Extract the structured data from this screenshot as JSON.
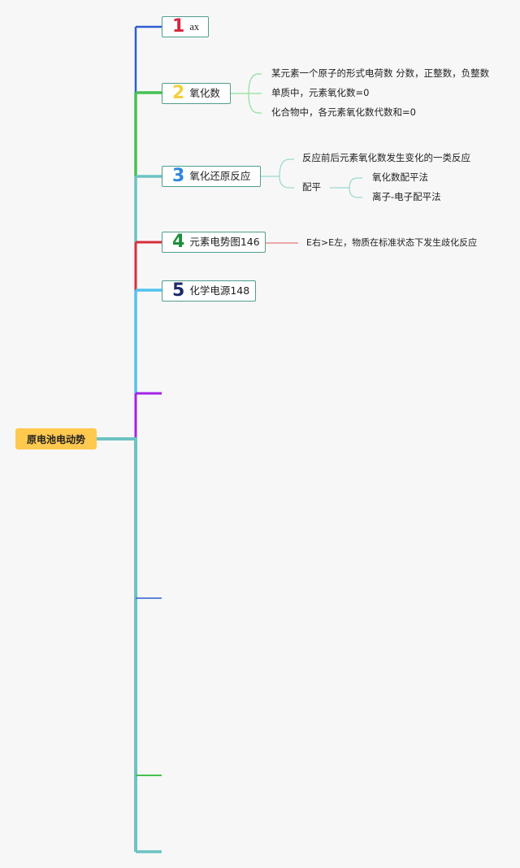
{
  "root": {
    "label": "原电池电动势"
  },
  "nodes": [
    {
      "num": "1",
      "label": "ax",
      "num_color": "#d7263d"
    },
    {
      "num": "2",
      "label": "氧化数",
      "num_color": "#f4d03f"
    },
    {
      "num": "3",
      "label": "氧化还原反应",
      "num_color": "#2e86de"
    },
    {
      "num": "4",
      "label": "元素电势图146",
      "num_color": "#1e8e3e"
    },
    {
      "num": "5",
      "label": "化学电源148",
      "num_color": "#1b2a6b"
    }
  ],
  "oxidation_number": {
    "items": [
      "某元素一个原子的形式电荷数 分数，正整数，负整数",
      "单质中，元素氧化数=0",
      "化合物中，各元素氧化数代数和=0"
    ]
  },
  "redox": {
    "definition": "反应前后元素氧化数发生变化的一类反应",
    "balancing": "配平",
    "methods": [
      "氧化数配平法",
      "离子-电子配平法"
    ]
  },
  "potential_diagram": {
    "note": "E右>E左，物质在标准状态下发生歧化反应"
  },
  "colors": {
    "root_bg": "#ffc94f",
    "node_border": "#4f9d8e",
    "trunk": "#6cc3c3",
    "branch_blue": "#2f5fd0",
    "branch_green": "#45c152",
    "branch_red": "#d62e3a",
    "branch_sky": "#52c2ee",
    "branch_purple": "#a322e8"
  }
}
